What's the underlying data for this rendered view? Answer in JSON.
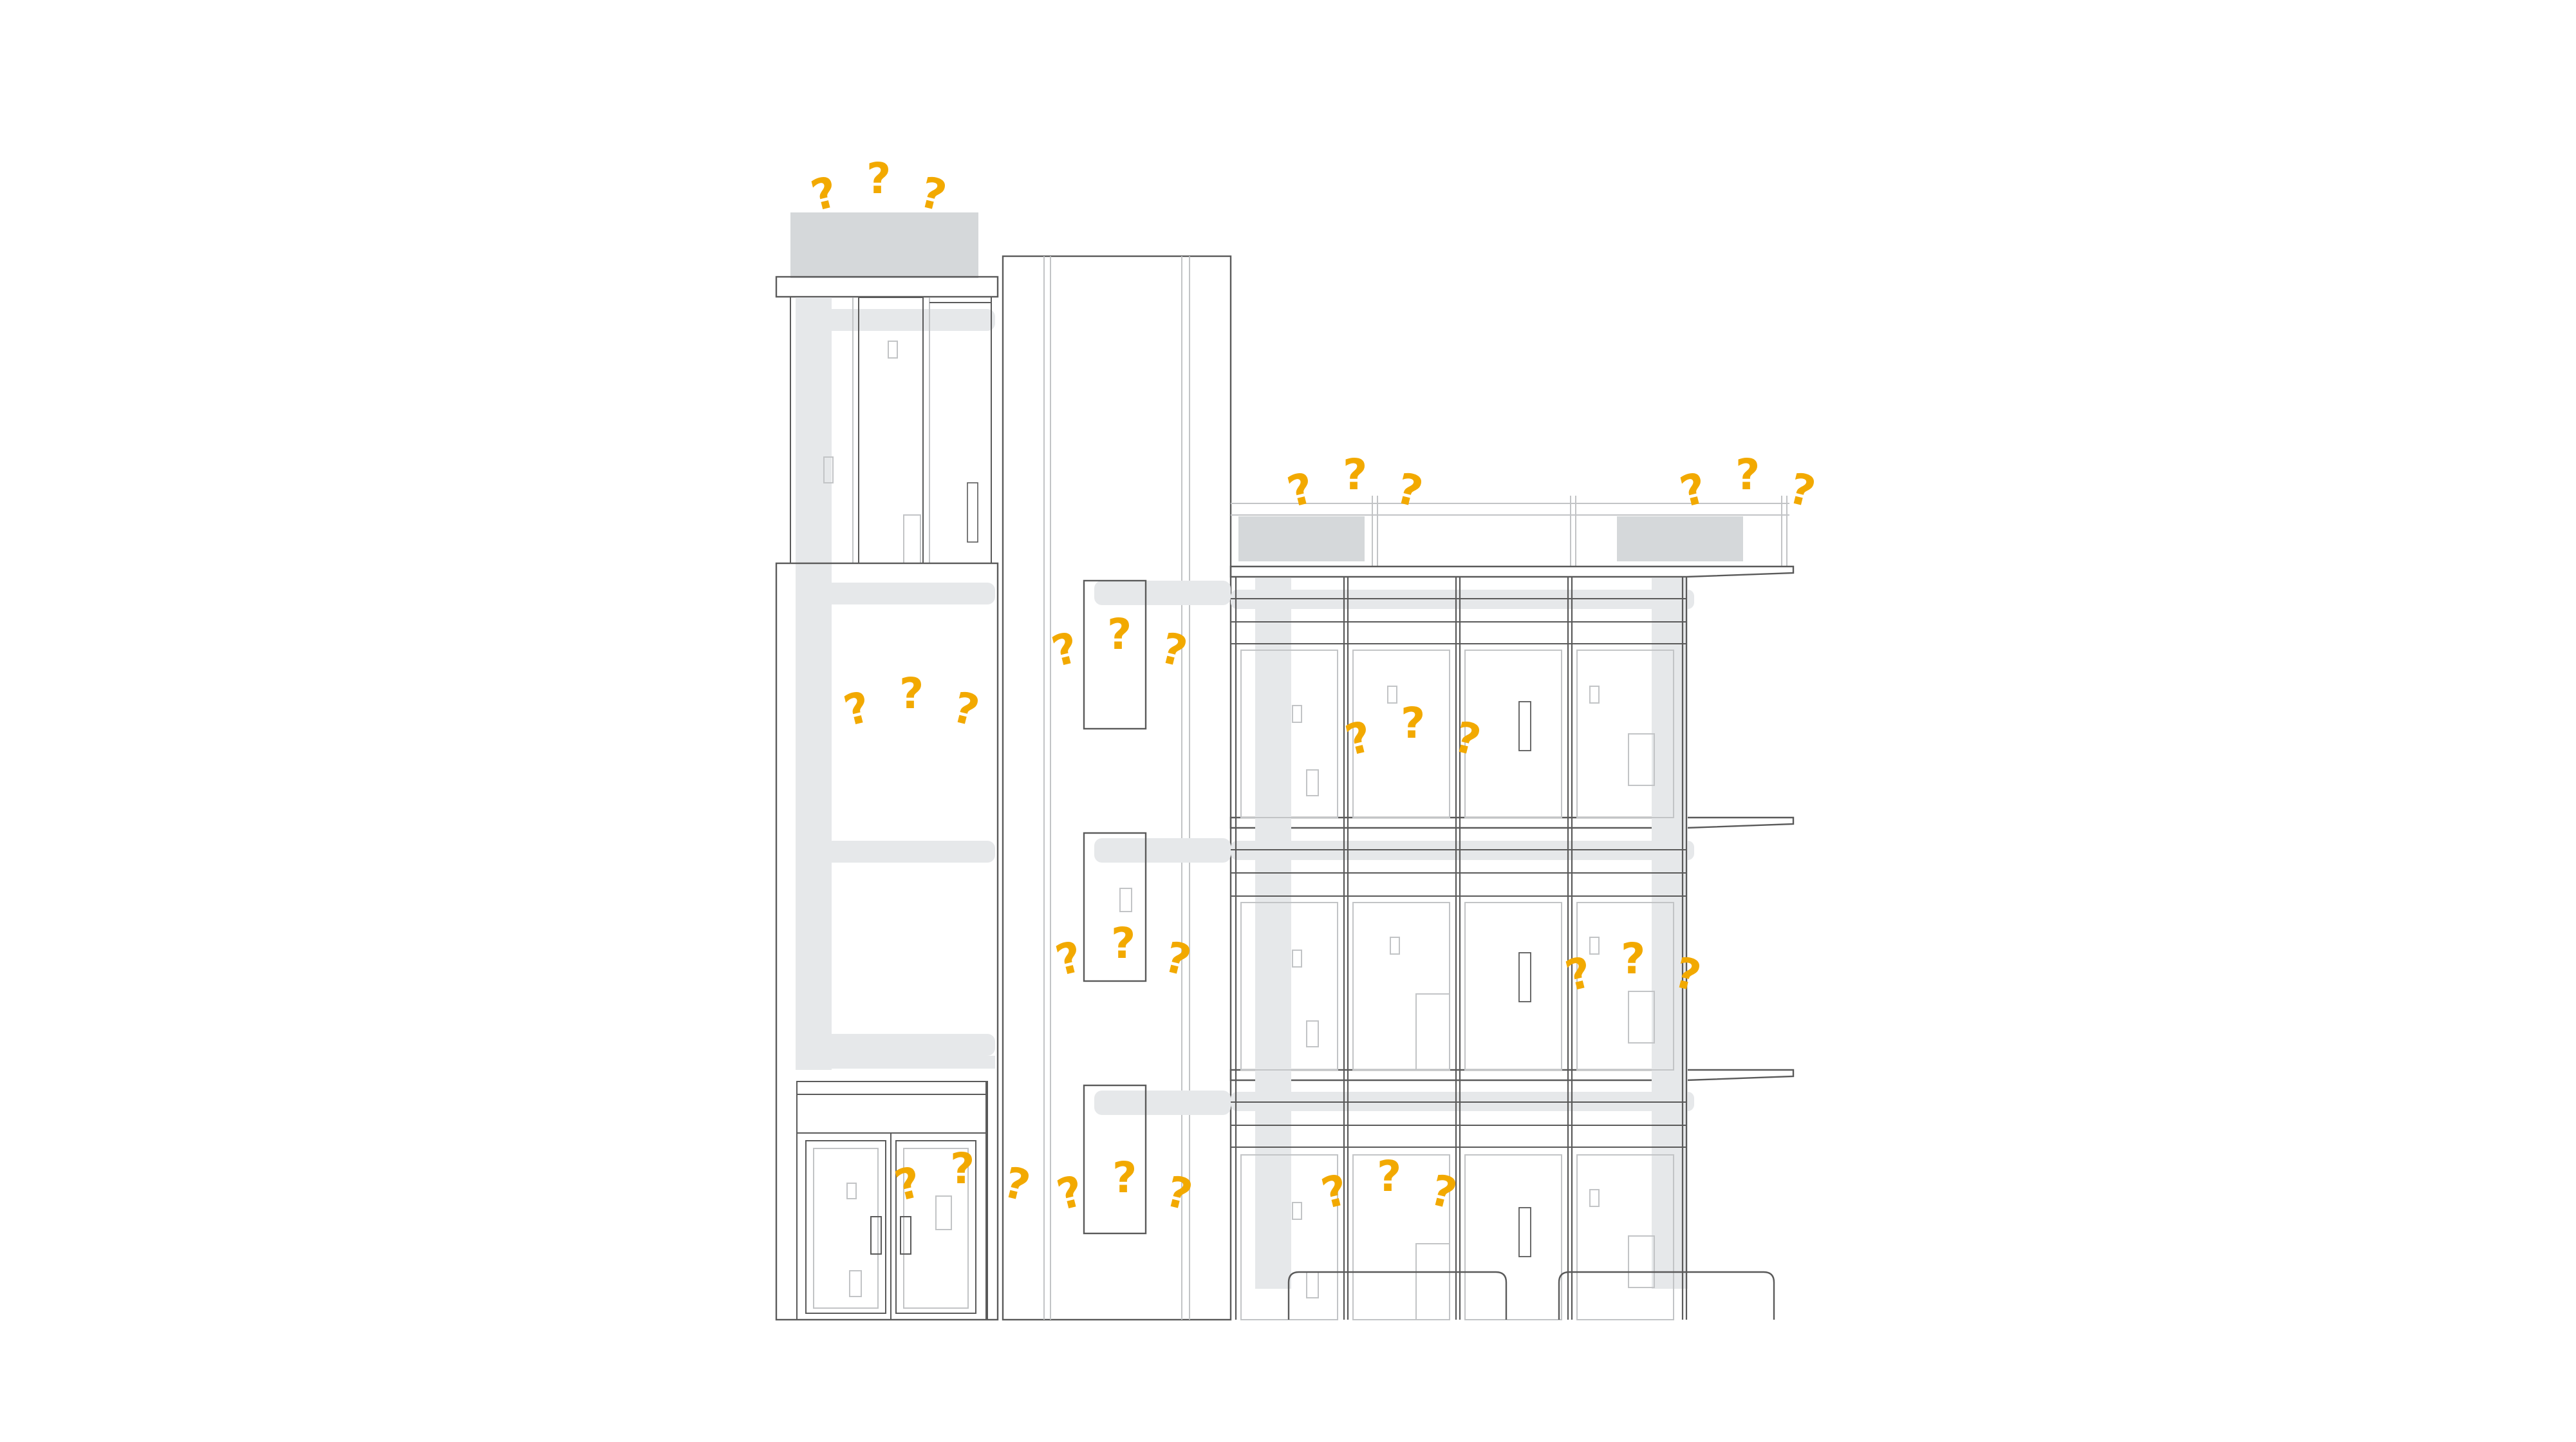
{
  "colors": {
    "background": "#ffffff",
    "line": "#5a5a5a",
    "line_light": "#c2c4c6",
    "fill_gray": "#d5d8da",
    "ghost": "#e6e8ea",
    "accent": "#f2a900"
  },
  "markers": {
    "icon": "question-marks-icon",
    "items": [
      {
        "name": "marker-rooftop-unit-left"
      },
      {
        "name": "marker-rooftop-unit-right-a"
      },
      {
        "name": "marker-rooftop-unit-right-b"
      },
      {
        "name": "marker-stair-tower-upper"
      },
      {
        "name": "marker-circulation-window-upper"
      },
      {
        "name": "marker-office-wing-upper"
      },
      {
        "name": "marker-circulation-window-middle"
      },
      {
        "name": "marker-office-wing-middle"
      },
      {
        "name": "marker-entrance-doors"
      },
      {
        "name": "marker-circulation-window-lower"
      },
      {
        "name": "marker-office-wing-lower"
      }
    ]
  }
}
